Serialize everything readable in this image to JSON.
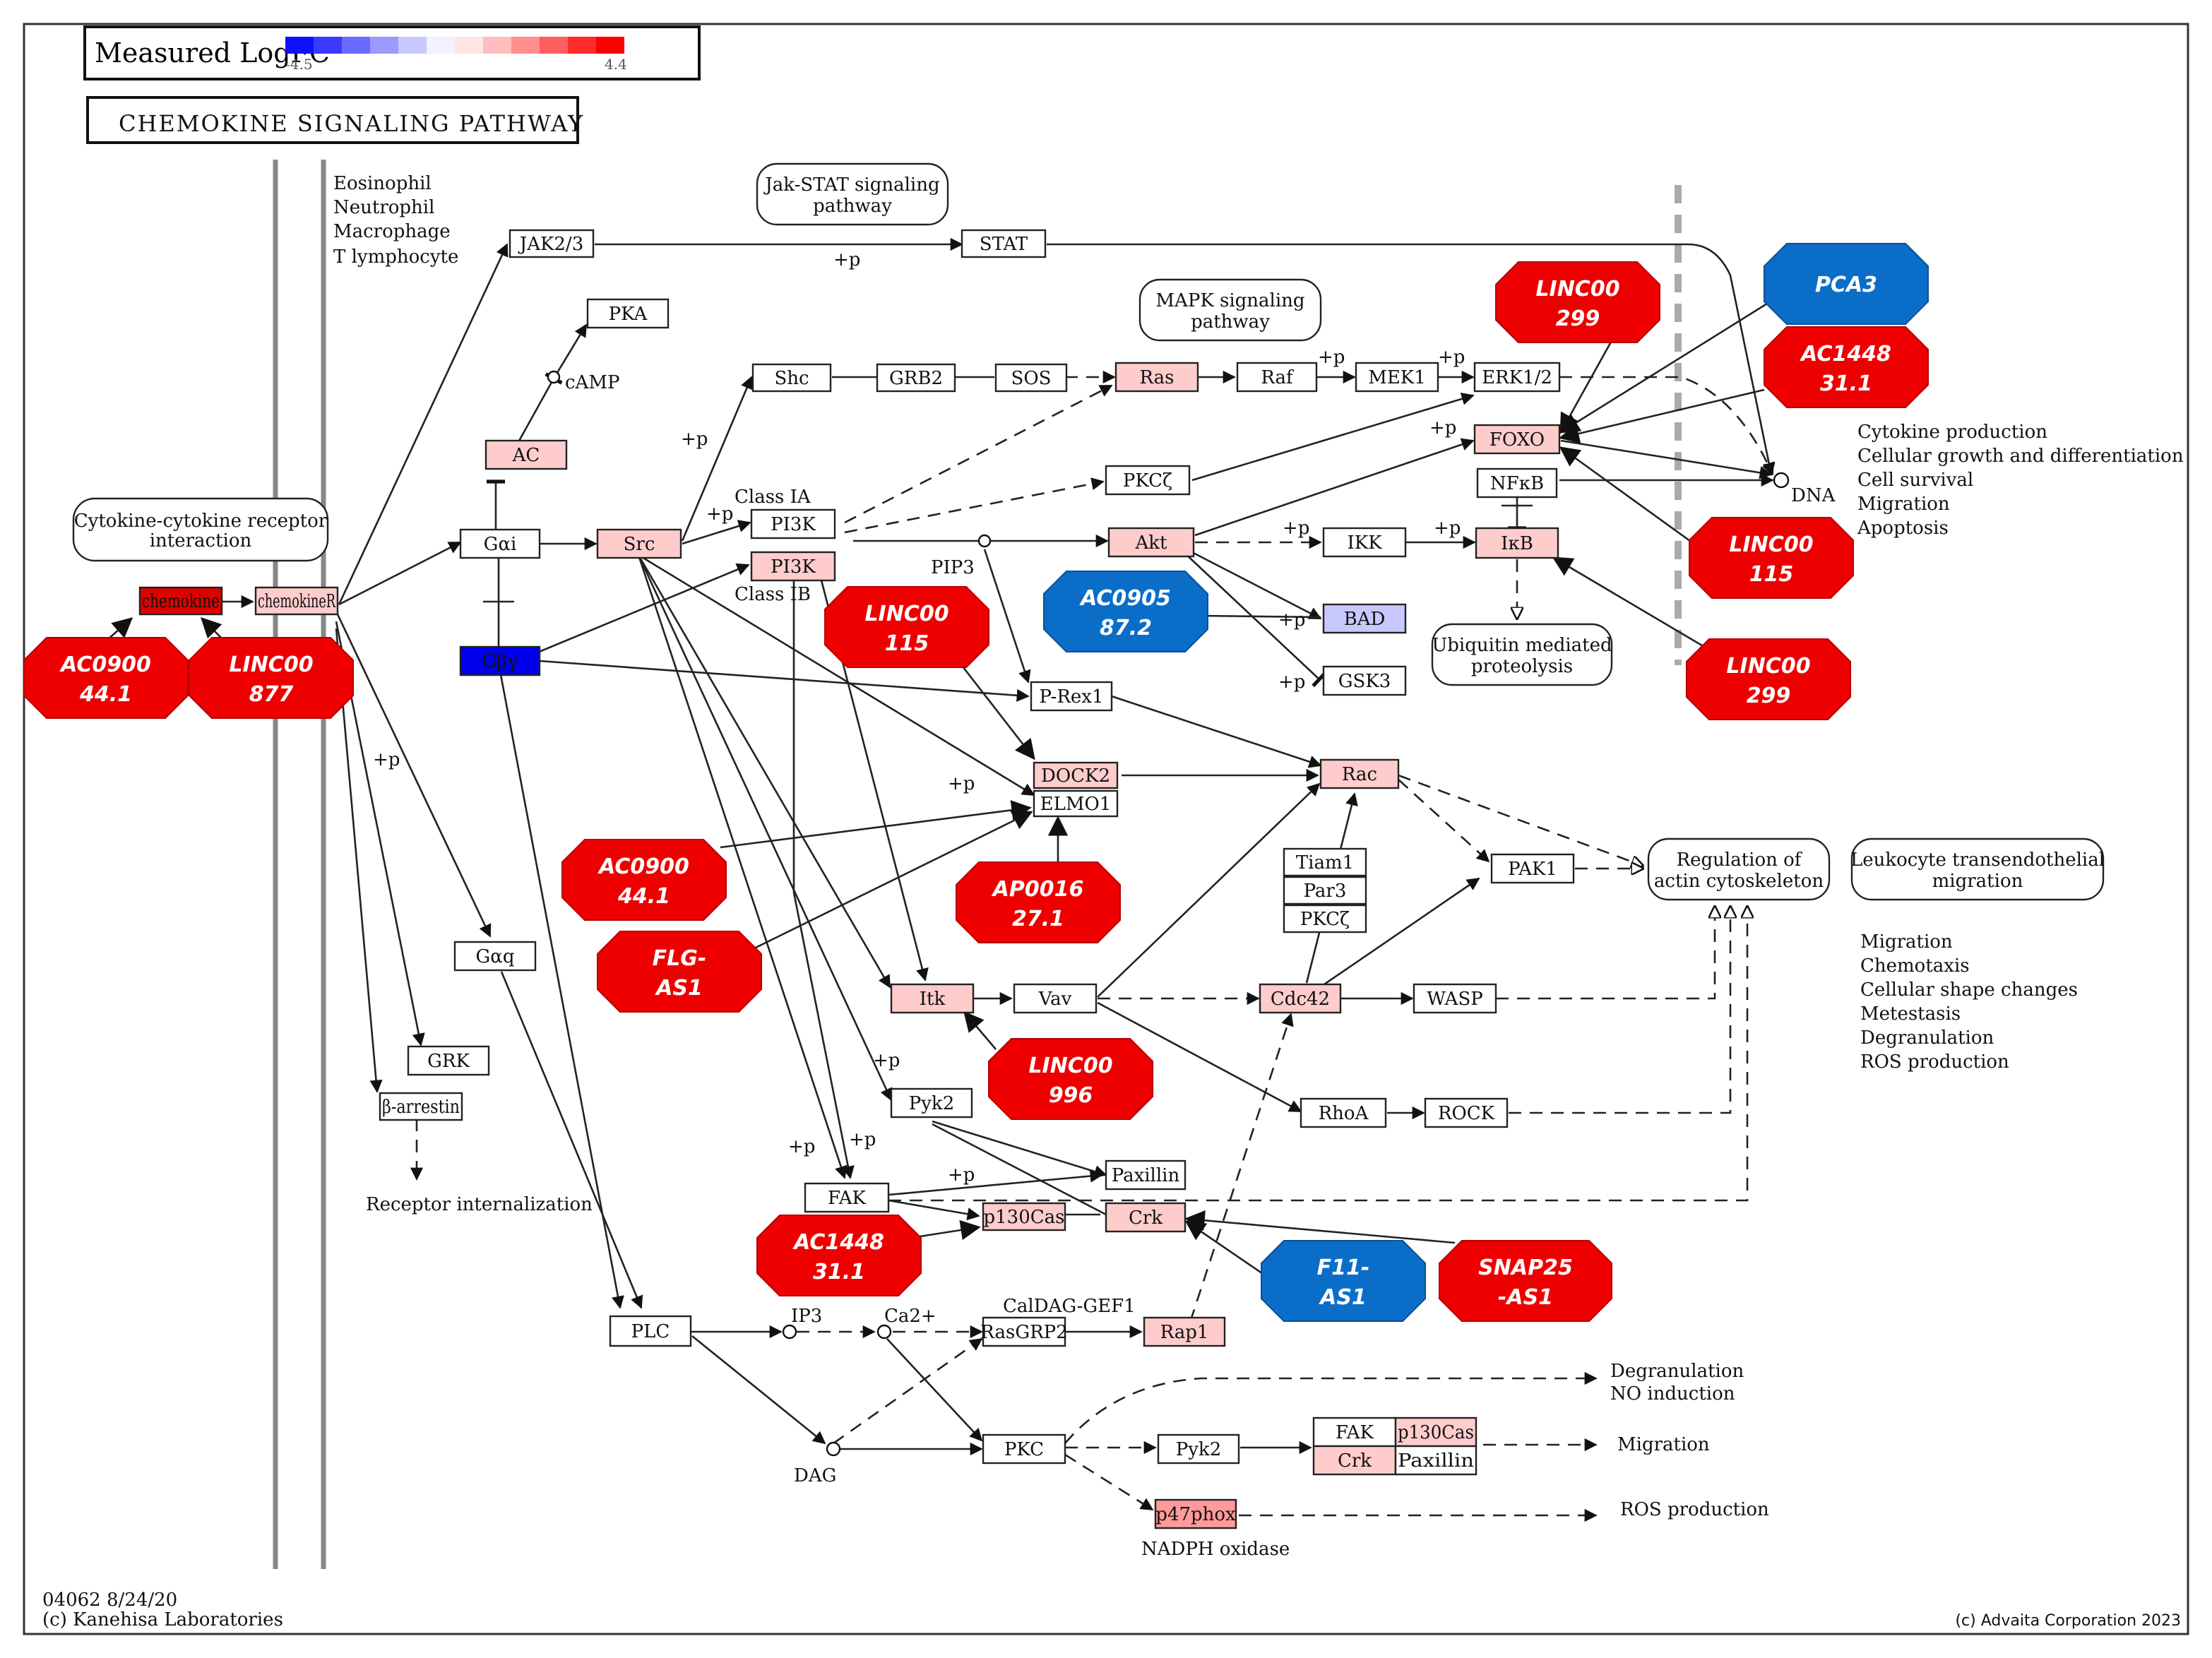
{
  "legend": {
    "title": "Measured LogFC",
    "min": "-4.5",
    "max": "4.4",
    "colors": [
      "#1010ff",
      "#3a3aff",
      "#6b6bff",
      "#9a9aff",
      "#c9c9ff",
      "#f2f2ff",
      "#ffe4e4",
      "#ffbdbd",
      "#ff8f8f",
      "#ff5e5e",
      "#ff2a2a",
      "#ff0000"
    ]
  },
  "pathway_title": "CHEMOKINE SIGNALING PATHWAY",
  "cell_types": [
    "Eosinophil",
    "Neutrophil",
    "Macrophage",
    "T lymphocyte"
  ],
  "pathway_refs": {
    "jak_stat": [
      "Jak-STAT signaling",
      "pathway"
    ],
    "mapk": [
      "MAPK signaling",
      "pathway"
    ],
    "cytokine": [
      "Cytokine-cytokine receptor",
      "interaction"
    ],
    "ubiquitin": [
      "Ubiquitin mediated",
      "proteolysis"
    ],
    "actin": [
      "Regulation of",
      "actin cytoskeleton"
    ],
    "leukocyte": [
      "Leukocyte transendothelial",
      "migration"
    ]
  },
  "genes": {
    "jak23": "JAK2/3",
    "stat": "STAT",
    "pka": "PKA",
    "ac": "AC",
    "shc": "Shc",
    "grb2": "GRB2",
    "sos": "SOS",
    "ras": "Ras",
    "raf": "Raf",
    "mek1": "MEK1",
    "erk12": "ERK1/2",
    "foxo": "FOXO",
    "nfkb": "NFκB",
    "ikb": "IκB",
    "ikk": "IKK",
    "akt": "Akt",
    "pkcz": "PKCζ",
    "pi3k_a": "PI3K",
    "pi3k_b": "PI3K",
    "gai": "Gαi",
    "src": "Src",
    "gby": "Gβγ",
    "chemokine": "chemokine",
    "chemokiner": "chemokineR",
    "bad": "BAD",
    "gsk3": "GSK3",
    "prex1": "P-Rex1",
    "dock2": "DOCK2",
    "elmo1": "ELMO1",
    "rac": "Rac",
    "tiam1": "Tiam1",
    "par3": "Par3",
    "pkcz2": "PKCζ",
    "pak1": "PAK1",
    "gaq": "Gαq",
    "grk": "GRK",
    "barr": "β-arrestin",
    "itk": "Itk",
    "vav": "Vav",
    "cdc42": "Cdc42",
    "wasp": "WASP",
    "rhoa": "RhoA",
    "rock": "ROCK",
    "pyk2": "Pyk2",
    "paxillin": "Paxillin",
    "fak": "FAK",
    "p130cas": "p130Cas",
    "crk": "Crk",
    "plc": "PLC",
    "rasgrp2": "RasGRP2",
    "rap1": "Rap1",
    "pkc": "PKC",
    "pyk2b": "Pyk2",
    "fak2": "FAK",
    "p130cas2": "p130Cas",
    "crk2": "Crk",
    "paxillin2": "Paxillin",
    "p47phox": "p47phox"
  },
  "compounds": {
    "camp": "cAMP",
    "pip3": "PIP3",
    "dna": "DNA",
    "ip3": "IP3",
    "ca": "Ca2+",
    "dag": "DAG"
  },
  "labels": {
    "class_ia": "Class IA",
    "class_ib": "Class IB",
    "caldag": "CalDAG-GEF1",
    "nadph": "NADPH oxidase",
    "receptor_int": "Receptor internalization",
    "phos": "+p"
  },
  "outcomes": {
    "nucleus": [
      "Cytokine production",
      "Cellular growth and differentiation",
      "Cell survival",
      "Migration",
      "Apoptosis"
    ],
    "actin": [
      "Migration",
      "Chemotaxis",
      "Cellular shape changes",
      "Metestasis",
      "Degranulation",
      "ROS production"
    ],
    "degranulation": [
      "Degranulation",
      "NO induction"
    ],
    "migration": "Migration",
    "ros": "ROS production"
  },
  "rnas": {
    "linc00299_a": [
      "LINC00",
      "299"
    ],
    "pca3": [
      "PCA3"
    ],
    "ac144831_a": [
      "AC1448",
      "31.1"
    ],
    "linc00115_a": [
      "LINC00",
      "115"
    ],
    "linc00299_b": [
      "LINC00",
      "299"
    ],
    "ac090587": [
      "AC0905",
      "87.2"
    ],
    "linc00115_b": [
      "LINC00",
      "115"
    ],
    "ac090044_a": [
      "AC0900",
      "44.1"
    ],
    "linc00877": [
      "LINC00",
      "877"
    ],
    "ac090044_b": [
      "AC0900",
      "44.1"
    ],
    "ap001627": [
      "AP0016",
      "27.1"
    ],
    "flg_as1": [
      "FLG-",
      "AS1"
    ],
    "linc00996": [
      "LINC00",
      "996"
    ],
    "ac144831_b": [
      "AC1448",
      "31.1"
    ],
    "f11_as1": [
      "F11-",
      "AS1"
    ],
    "snap25_as1": [
      "SNAP25",
      "-AS1"
    ]
  },
  "footer": {
    "left": [
      "04062 8/24/20",
      "(c) Kanehisa Laboratories"
    ],
    "right": "(c) Advaita Corporation 2023"
  }
}
